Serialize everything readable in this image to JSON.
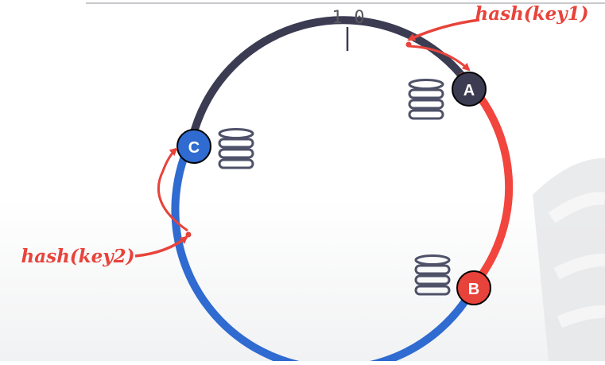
{
  "diagram": {
    "ring_label_left": "1",
    "ring_label_right": "0",
    "nodes": [
      {
        "id": "a",
        "label": "A",
        "color": "#3b3c52"
      },
      {
        "id": "b",
        "label": "B",
        "color": "#e8433b"
      },
      {
        "id": "c",
        "label": "C",
        "color": "#2f6bd0"
      }
    ],
    "hash_labels": {
      "key1": "hash(key1)",
      "key2": "hash(key2)"
    },
    "colors": {
      "ring_dark": "#3b3c52",
      "ring_red": "#f2453d",
      "ring_blue": "#2f6bd0",
      "arrow": "#e8433b",
      "database_icon": "#4e5168"
    }
  }
}
